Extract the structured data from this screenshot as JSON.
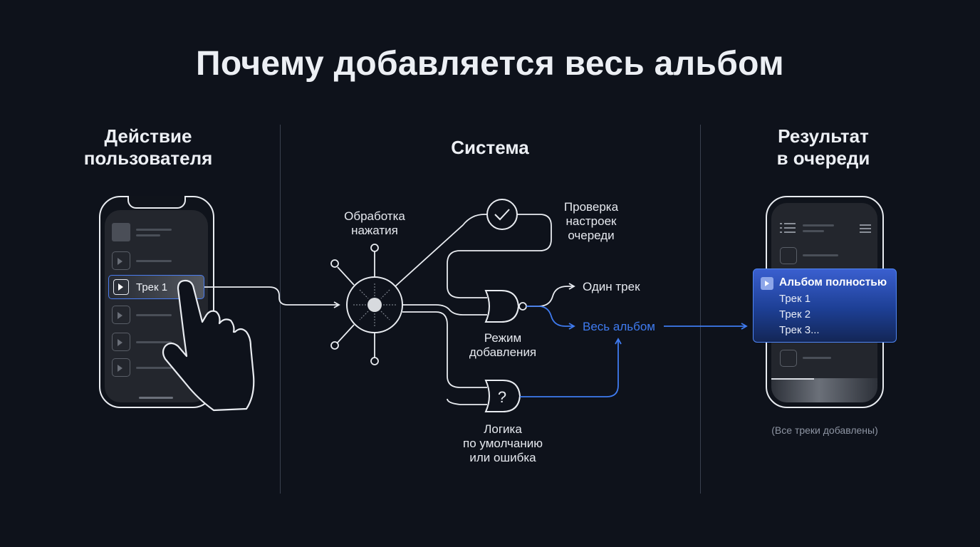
{
  "title": "Почему добавляется весь альбом",
  "columns": {
    "user": "Действие\nпользователя",
    "system": "Система",
    "result": "Результат\nв очереди"
  },
  "user_phone": {
    "highlighted_track": "Трек 1"
  },
  "system": {
    "tap_handler": "Обработка\nнажатия",
    "queue_check": "Проверка\nнастроек\nочереди",
    "add_mode": "Режим\nдобавления",
    "default_logic": "Логика\nпо умолчанию\nили ошибка",
    "gate_unknown_symbol": "?",
    "output_single": "Один трек",
    "output_album": "Весь альбом"
  },
  "result_phone": {
    "card_header": "Альбом полностью",
    "tracks": [
      "Трек 1",
      "Трек 2",
      "Трек 3..."
    ],
    "caption": "(Все треки добавлены)"
  },
  "colors": {
    "background": "#0e121b",
    "line": "#e9ecf1",
    "accent_blue": "#3f7bf0"
  }
}
